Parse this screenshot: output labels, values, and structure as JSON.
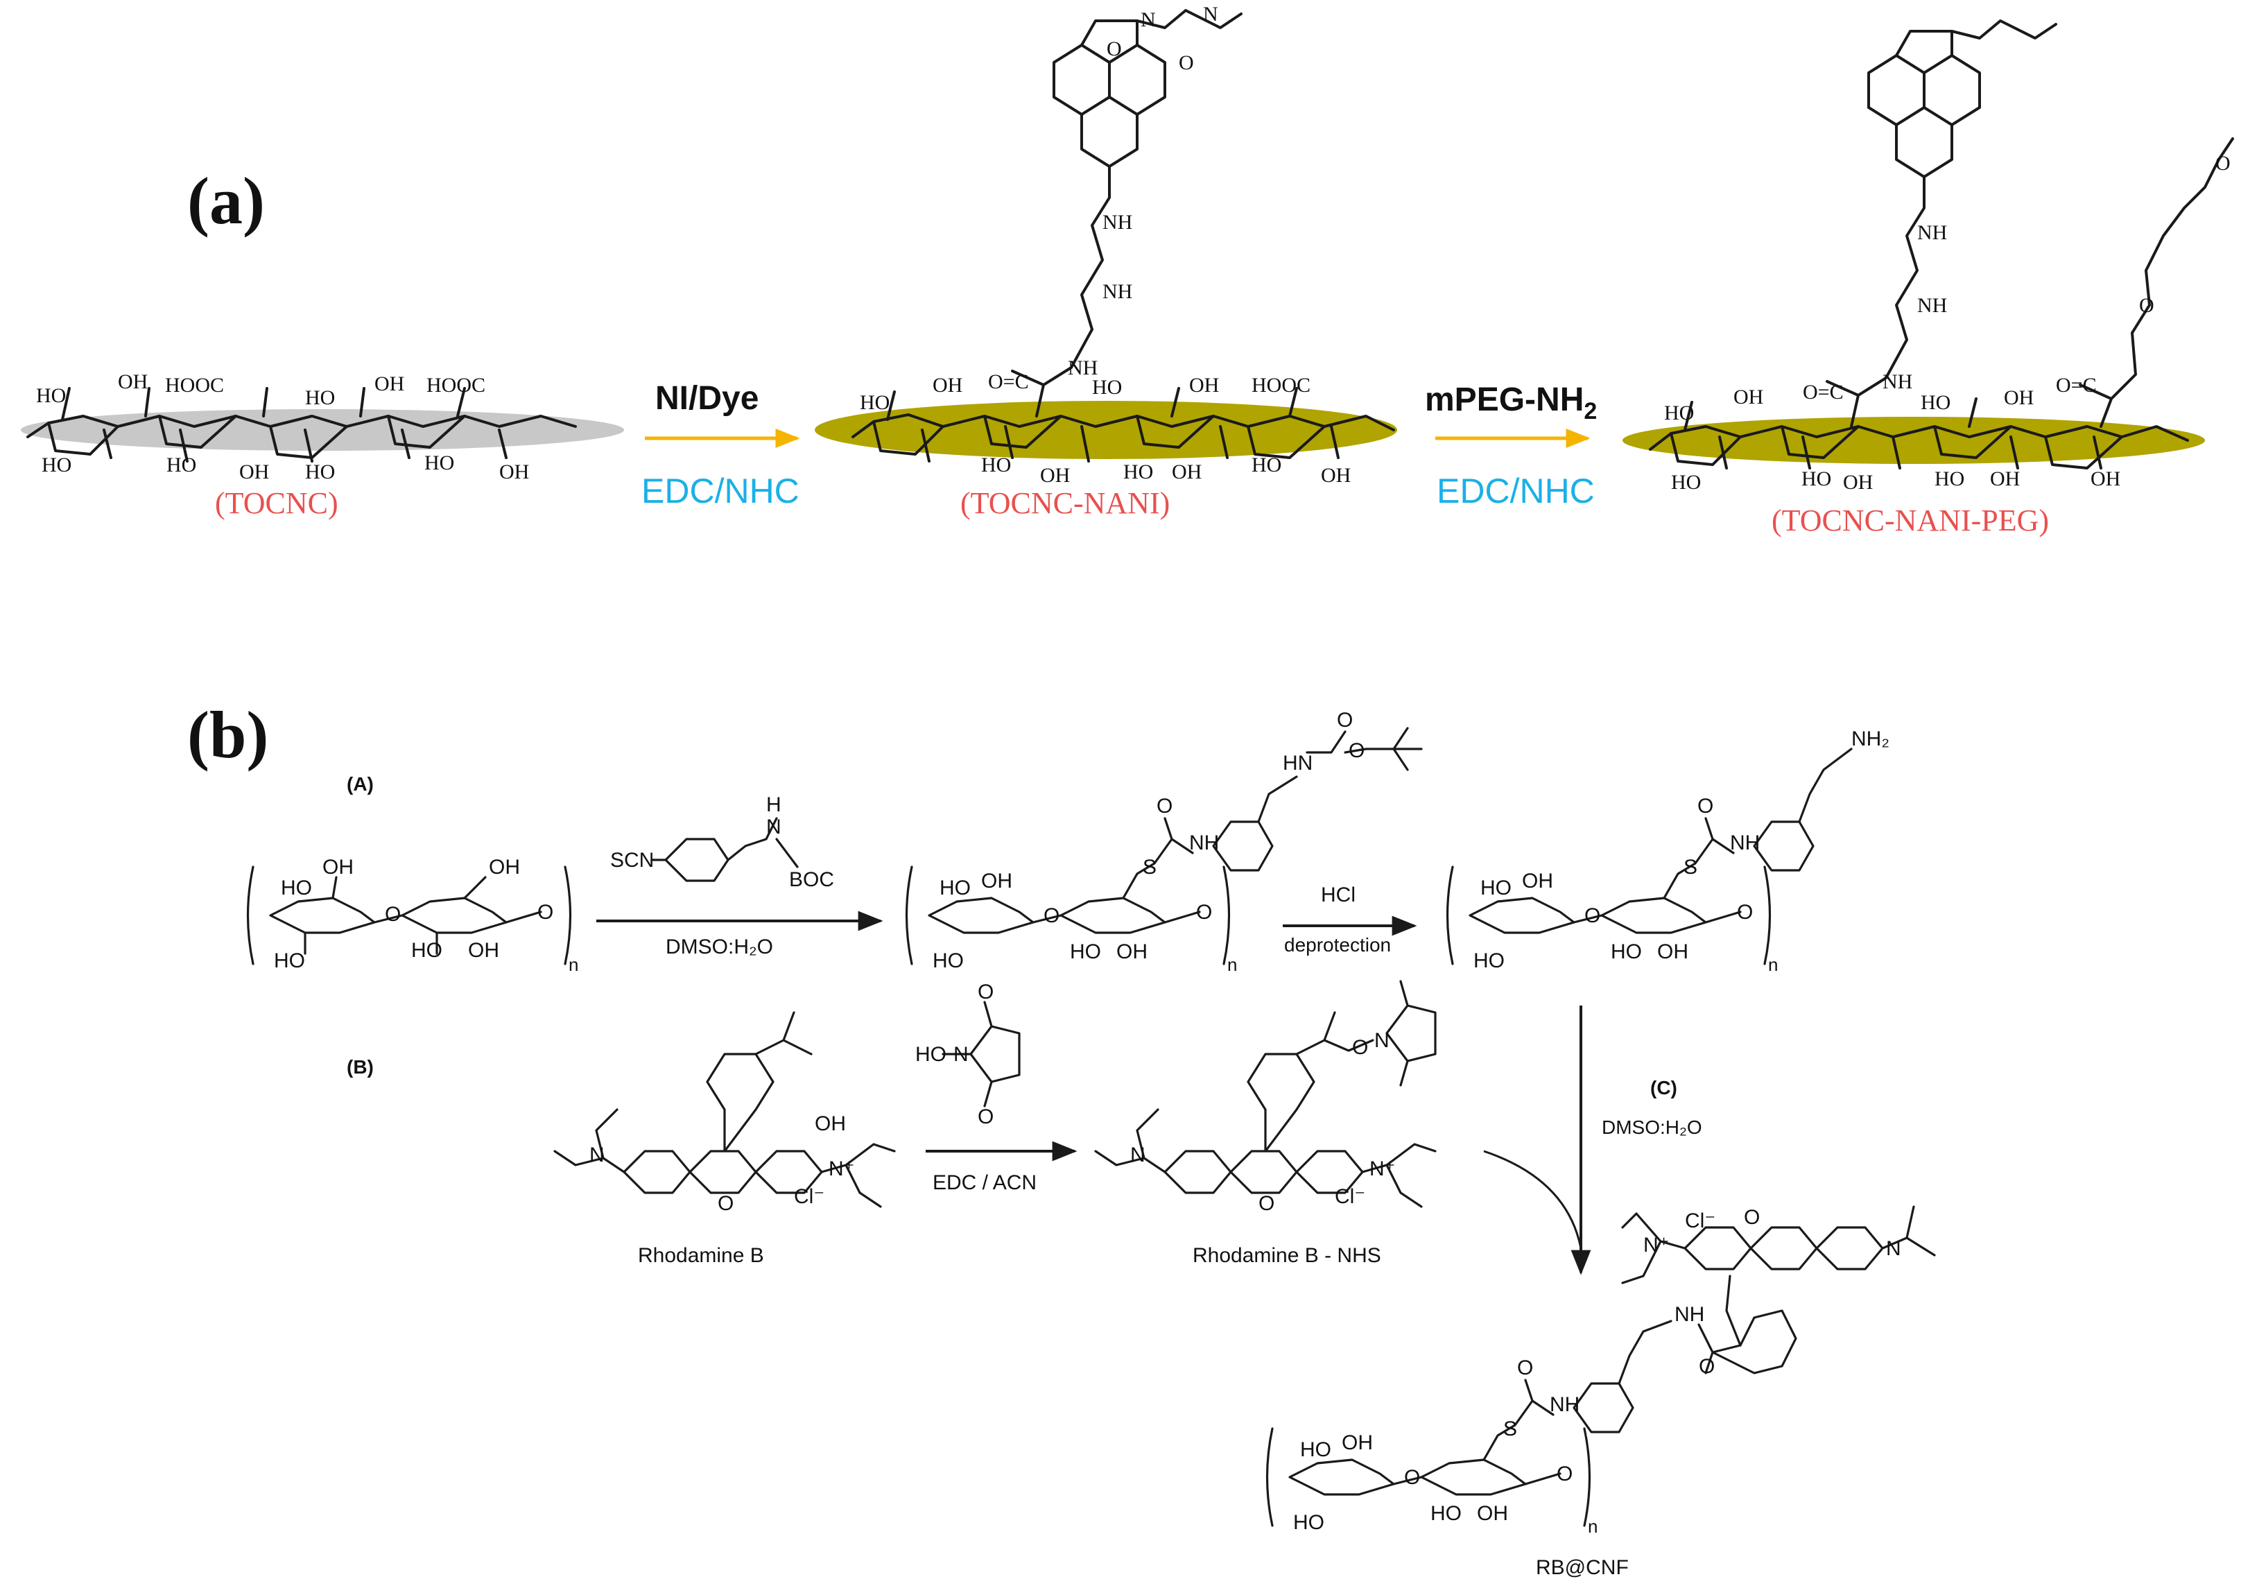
{
  "panel_a": {
    "label": "(a)",
    "step1": {
      "reagent": "NI/Dye",
      "conditions": "EDC/NHC"
    },
    "step2": {
      "reagent_prefix": "mPEG-NH",
      "reagent_sub": "2",
      "conditions": "EDC/NHC"
    },
    "products": [
      "(TOCNC)",
      "(TOCNC-NANI)",
      "(TOCNC-NANI-PEG)"
    ],
    "atoms": {
      "ho": "HO",
      "oh": "OH",
      "hooc": "HOOC",
      "o": "O",
      "nh": "NH",
      "n": "N",
      "co": "O=C"
    },
    "arrow_color": "#f5b400",
    "condition_color": "#1ab0e8",
    "product_color": "#e8504f",
    "chain_gray": "#c8c8c8",
    "chain_olive": "#b0a400"
  },
  "panel_b": {
    "label": "(b)",
    "step_A": "(A)",
    "step_B": "(B)",
    "step_C": "(C)",
    "reagent_scn": "SCN",
    "reagent_boc": "BOC",
    "reagent_h": "H",
    "reagent_n": "N",
    "cond_dmso": "DMSO:H₂O",
    "cond_hcl": "HCl",
    "cond_deprot": "deprotection",
    "cond_edc": "EDC / ACN",
    "cond_dmso_c": "DMSO:H₂O",
    "name_rhb": "Rhodamine B",
    "name_rhb_nhs": "Rhodamine B - NHS",
    "name_product": "RB@CNF",
    "nh2": "NH₂",
    "hn": "HN",
    "nh": "NH",
    "s": "S",
    "o": "O",
    "oh": "OH",
    "ho": "HO",
    "cl": "Cl⁻",
    "nplus": "N⁺",
    "n": "N",
    "sub_n": "n"
  }
}
